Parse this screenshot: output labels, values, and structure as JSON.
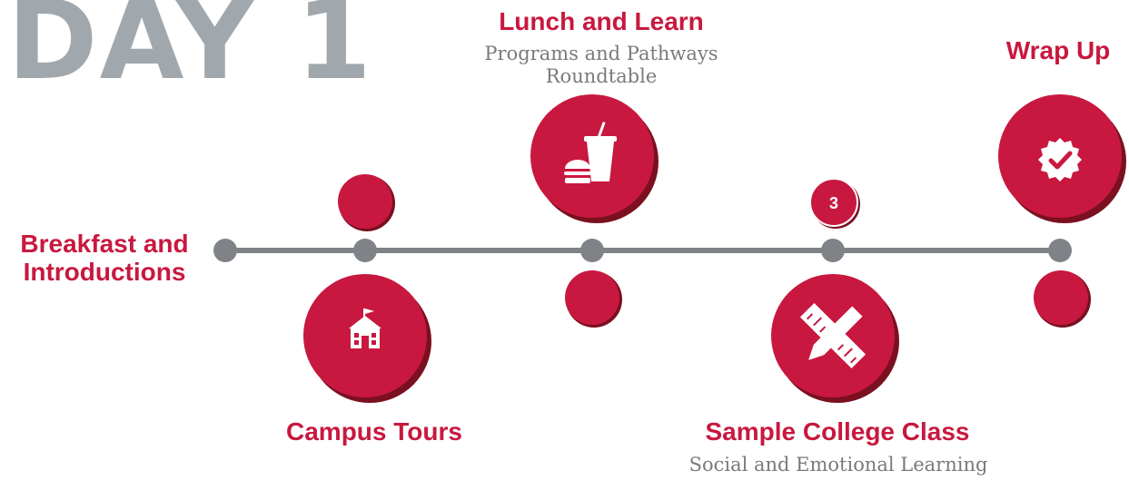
{
  "title": "DAY 1",
  "colors": {
    "accent": "#c8183f",
    "shadow": "#7a1020",
    "line": "#7f8387",
    "title_gray": "#a1a8ad"
  },
  "events": [
    {
      "title": "Breakfast and Introductions",
      "subtitle": "",
      "icon": ""
    },
    {
      "title": "Campus Tours",
      "subtitle": "",
      "icon": "schoolhouse-icon"
    },
    {
      "title": "Lunch and Learn",
      "subtitle": "Programs and Pathways Roundtable",
      "icon": "burger-and-drink-icon"
    },
    {
      "title": "Sample College Class",
      "subtitle": "Social and Emotional Learning",
      "icon": "pencil-and-ruler-icon"
    },
    {
      "title": "Wrap Up",
      "subtitle": "",
      "icon": "checkmark-badge-icon"
    }
  ],
  "step_badges": [
    "",
    "",
    "",
    "3",
    ""
  ]
}
